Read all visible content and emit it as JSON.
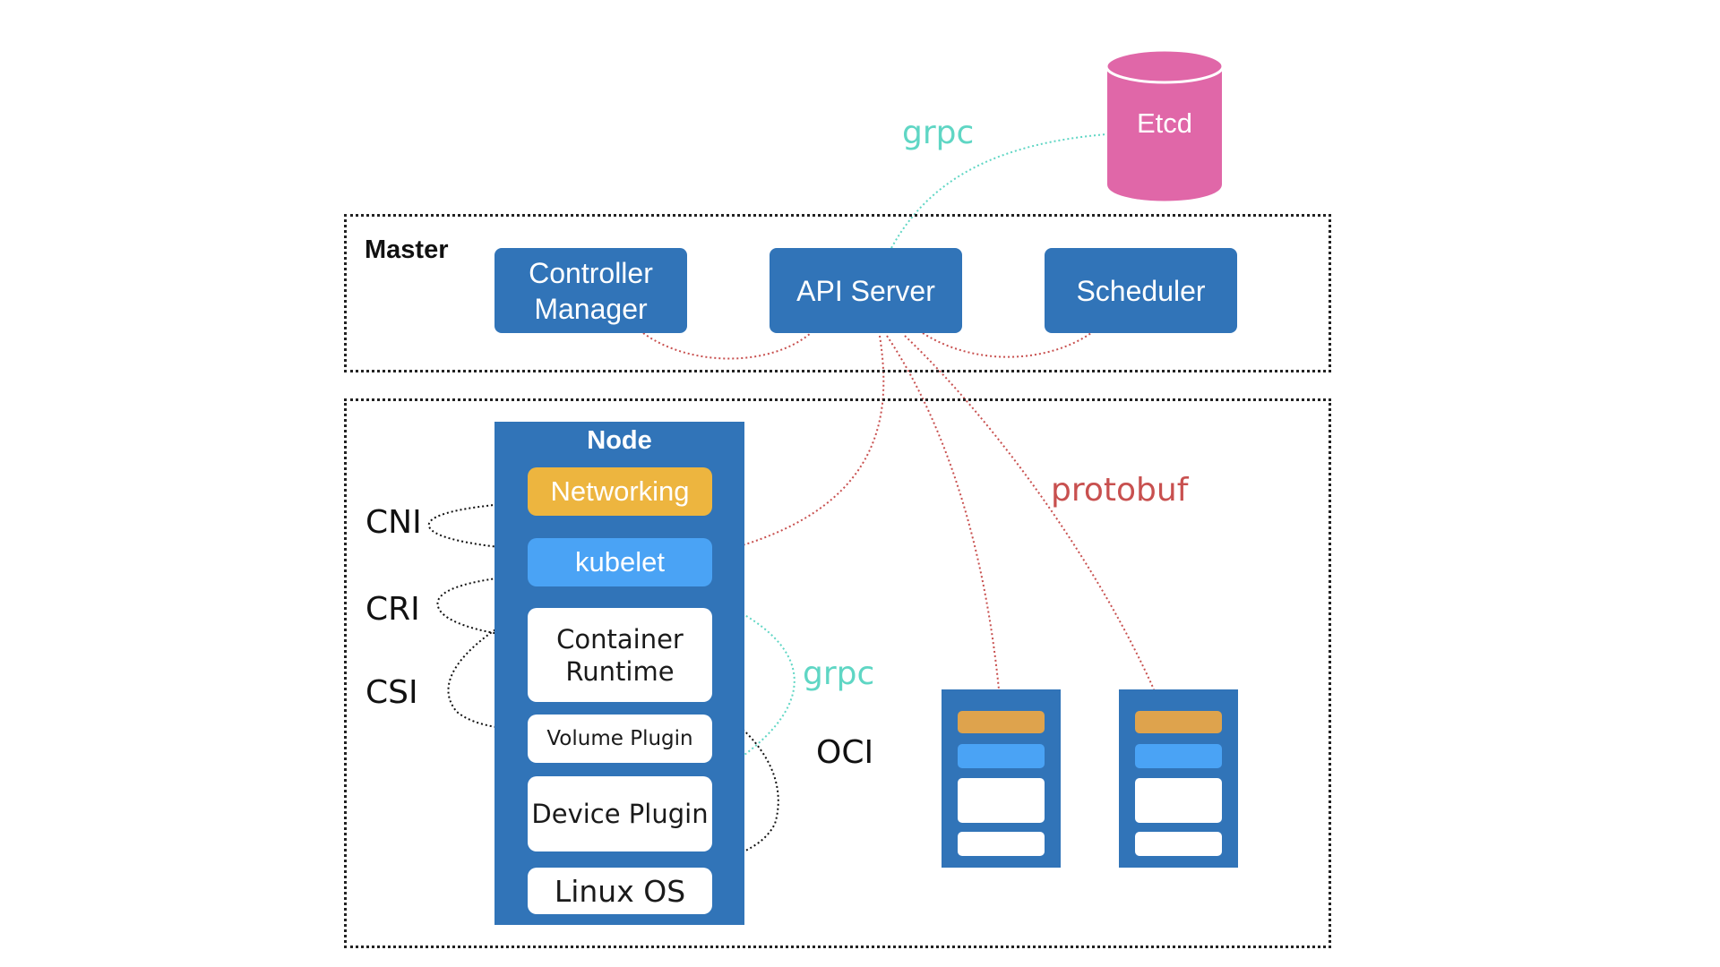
{
  "master": {
    "title": "Master"
  },
  "components": {
    "controller_manager": "Controller\nManager",
    "api_server": "API Server",
    "scheduler": "Scheduler",
    "etcd": "Etcd"
  },
  "node": {
    "title": "Node",
    "networking": "Networking",
    "kubelet": "kubelet",
    "container_runtime": "Container\nRuntime",
    "volume_plugin": "Volume Plugin",
    "device_plugin": "Device Plugin",
    "linux_os": "Linux OS"
  },
  "interfaces": {
    "cni": "CNI",
    "cri": "CRI",
    "csi": "CSI",
    "oci": "OCI"
  },
  "protocols": {
    "grpc_etcd": "grpc",
    "grpc_node": "grpc",
    "protobuf": "protobuf"
  },
  "colors": {
    "component_blue": "#3174b8",
    "kubelet_blue": "#4aa3f5",
    "networking_yellow": "#edb53f",
    "etcd_pink": "#e067a8",
    "grpc_teal": "#5fd6c4",
    "protobuf_red": "#c8504f"
  }
}
